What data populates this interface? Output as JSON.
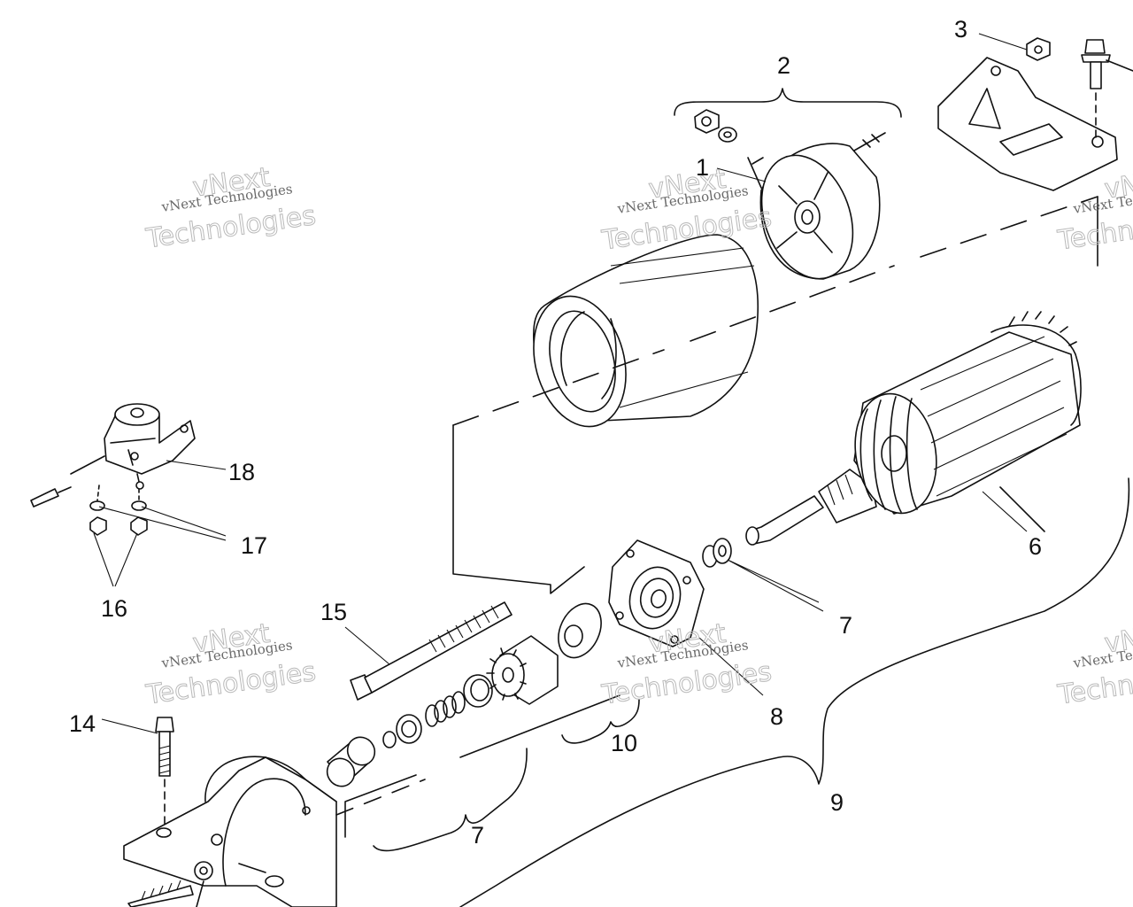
{
  "callouts": {
    "c1": "1",
    "c2": "2",
    "c3": "3",
    "c6": "6",
    "c7a": "7",
    "c7b": "7",
    "c8": "8",
    "c9": "9",
    "c10": "10",
    "c14": "14",
    "c15": "15",
    "c16": "16",
    "c17": "17",
    "c18": "18"
  },
  "watermark": {
    "company": "vNext Technologies",
    "line1": "vNext",
    "line2": "Technologies"
  }
}
